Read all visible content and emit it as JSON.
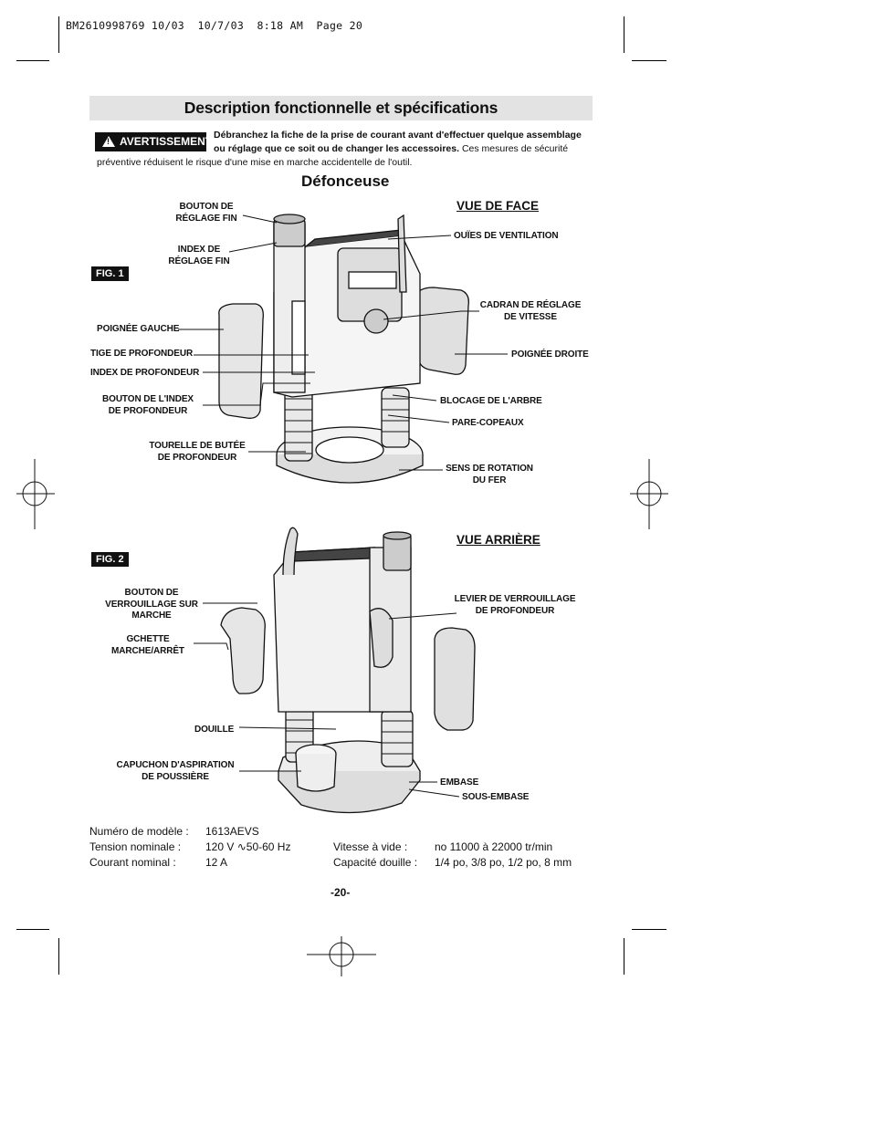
{
  "header": {
    "slug": "BM2610998769 10/03  10/7/03  8:18 AM  Page 20"
  },
  "title": "Description fonctionnelle et spécifications",
  "warning": {
    "badge": "AVERTISSEMENT",
    "bold_line1": "Débranchez la fiche de la prise de courant avant d'effectuer quelque assemblage",
    "bold_line2": "ou réglage que ce soit ou de changer les accessoires.",
    "tail_line2": " Ces mesures de sécurité",
    "line3": "préventive réduisent le risque d'une mise en marche accidentelle de l'outil."
  },
  "subtitle": "Défonceuse",
  "fig1": {
    "tag": "FIG. 1",
    "view": "VUE DE FACE",
    "labels": {
      "bouton_reglage_fin": "BOUTON DE\nRÉGLAGE FIN",
      "index_reglage_fin": "INDEX DE\nRÉGLAGE FIN",
      "poignee_gauche": "POIGNÉE GAUCHE",
      "tige_profondeur": "TIGE DE PROFONDEUR",
      "index_profondeur": "INDEX DE PROFONDEUR",
      "bouton_index": "BOUTON DE L'INDEX\nDE PROFONDEUR",
      "tourelle": "TOURELLE DE BUTÉE\nDE PROFONDEUR",
      "ouies": "OUÏES DE VENTILATION",
      "cadran": "CADRAN DE RÉGLAGE\nDE VITESSE",
      "poignee_droite": "POIGNÉE DROITE",
      "blocage": "BLOCAGE DE L'ARBRE",
      "pare_copeaux": "PARE-COPEAUX",
      "sens_rotation": "SENS DE ROTATION\nDU FER"
    }
  },
  "fig2": {
    "tag": "FIG. 2",
    "view": "VUE ARRIÈRE",
    "labels": {
      "bouton_verrouillage": "BOUTON DE\nVERROUILLAGE SUR\nMARCHE",
      "gachette": "GCHETTE\nMARCHE/ARRÊT",
      "douille": "DOUILLE",
      "capuchon": "CAPUCHON D'ASPIRATION\nDE POUSSIÈRE",
      "levier": "LEVIER DE VERROUILLAGE\nDE PROFONDEUR",
      "embase": "EMBASE",
      "sous_embase": "SOUS-EMBASE"
    }
  },
  "specs": {
    "model_label": "Numéro de modèle :",
    "model_value": "1613AEVS",
    "voltage_label": "Tension nominale :",
    "voltage_value_a": "120 V",
    "voltage_value_b": "50-60 Hz",
    "current_label": "Courant nominal :",
    "current_value": "12 A",
    "speed_label": "Vitesse à vide :",
    "speed_value": "no 11000 à 22000 tr/min",
    "collet_label": "Capacité douille :",
    "collet_value": "1/4 po, 3/8 po, 1/2 po, 8 mm"
  },
  "page_number": "-20-"
}
